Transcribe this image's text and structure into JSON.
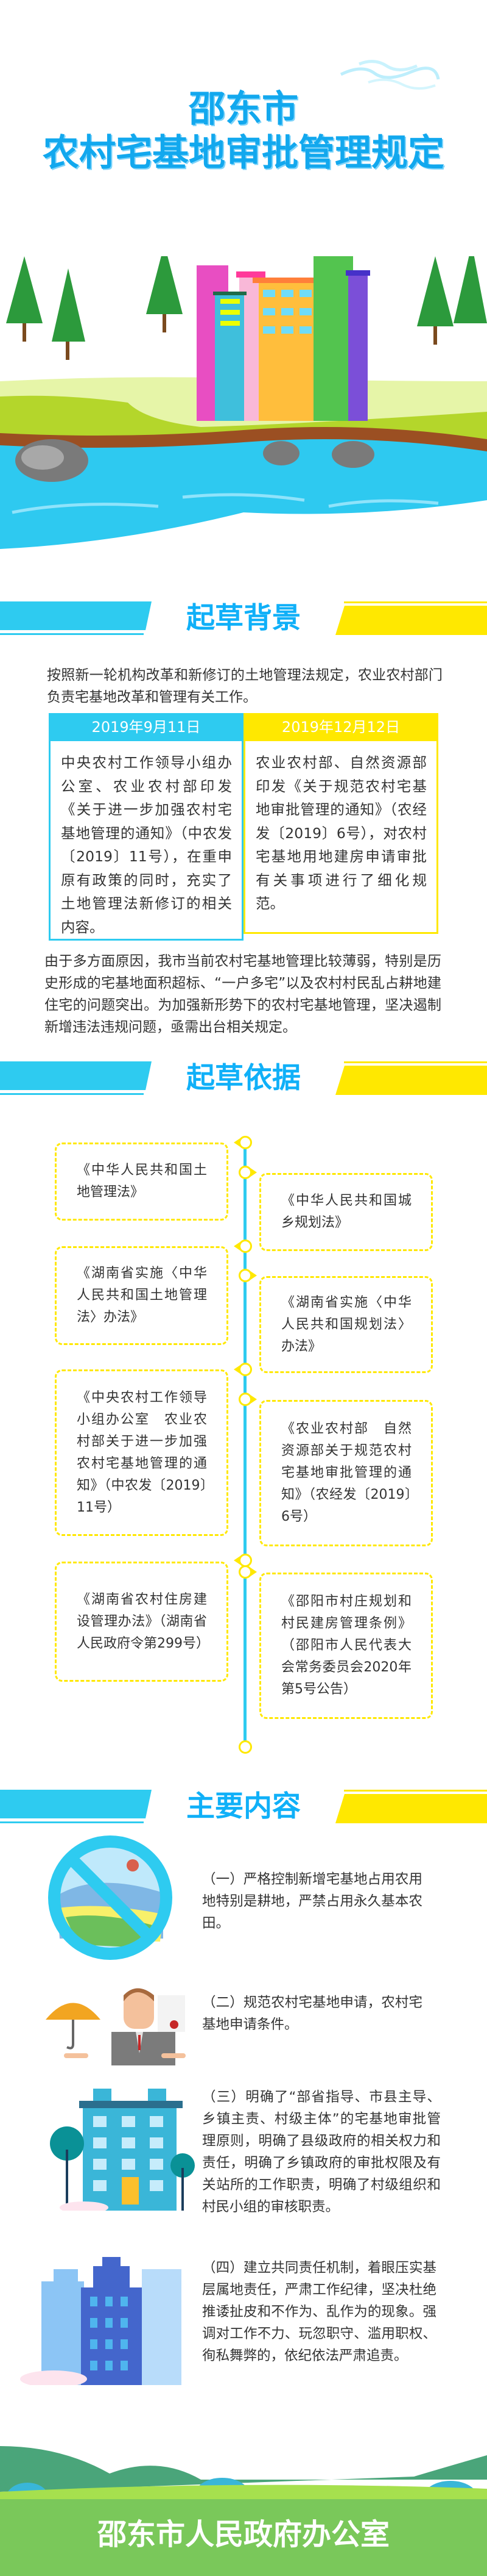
{
  "header": {
    "title_line1": "邵东市",
    "title_line2": "农村宅基地审批管理规定"
  },
  "colors": {
    "cyan": "#2ecbf0",
    "yellow": "#ffe800",
    "title_blue": "#10b0f8",
    "footer_green": "#7ac85a"
  },
  "background": {
    "heading": "起草背景",
    "intro": "按照新一轮机构改革和新修订的土地管理法规定，农业农村部门负责宅基地改革和管理有关工作。",
    "timeline_table": [
      {
        "date": "2019年9月11日",
        "text": "中央农村工作领导小组办公室、农业农村部印发《关于进一步加强农村宅基地管理的通知》（中农发〔2019〕11号），在重申原有政策的同时，充实了土地管理法新修订的相关内容。"
      },
      {
        "date": "2019年12月12日",
        "text": "农业农村部、自然资源部印发《关于规范农村宅基地审批管理的通知》（农经发〔2019〕6号），对农村宅基地用地建房申请审批有关事项进行了细化规范。"
      }
    ],
    "conclusion": "由于多方面原因，我市当前农村宅基地管理比较薄弱，特别是历史形成的宅基地面积超标、“一户多宅”以及农村村民乱占耕地建住宅的问题突出。为加强新形势下的农村宅基地管理，坚决遏制新增违法违规问题，亟需出台相关规定。"
  },
  "basis": {
    "heading": "起草依据",
    "items": [
      "《中华人民共和国土地管理法》",
      "《中华人民共和国城乡规划法》",
      "《湖南省实施〈中华人民共和国土地管理法〉办法》",
      "《湖南省实施〈中华人民共和国规划法〉办法》",
      "《中央农村工作领导小组办公室　农业农村部关于进一步加强农村宅基地管理的通知》（中农发〔2019〕11号）",
      "《农业农村部　自然资源部关于规范农村宅基地审批管理的通知》（农经发〔2019〕6号）",
      "《湖南省农村住房建设管理办法》（湖南省人民政府令第299号）",
      "《邵阳市村庄规划和村民建房管理条例》（邵阳市人民代表大会常务委员会2020年第5号公告）"
    ]
  },
  "main": {
    "heading": "主要内容",
    "items": [
      {
        "icon": "no-farmland-occupation-icon",
        "text": "（一）严格控制新增宅基地占用农用地特别是耕地，严禁占用永久基本农田。"
      },
      {
        "icon": "official-with-umbrella-certificate-icon",
        "text": "（二）规范农村宅基地申请，农村宅基地申请条件。"
      },
      {
        "icon": "office-building-icon",
        "text": "（三）明确了“部省指导、市县主导、乡镇主责、村级主体”的宅基地审批管理原则，明确了县级政府的相关权力和责任，明确了乡镇政府的审批权限及有关站所的工作职责，明确了村级组织和村民小组的审核职责。"
      },
      {
        "icon": "city-buildings-icon",
        "text": "（四）建立共同责任机制，着眼压实基层属地责任，严肃工作纪律，坚决杜绝推诿扯皮和不作为、乱作为的现象。强调对工作不力、玩忽职守、滥用职权、徇私舞弊的，依纪依法严肃追责。"
      }
    ]
  },
  "footer": {
    "text": "邵东市人民政府办公室"
  }
}
